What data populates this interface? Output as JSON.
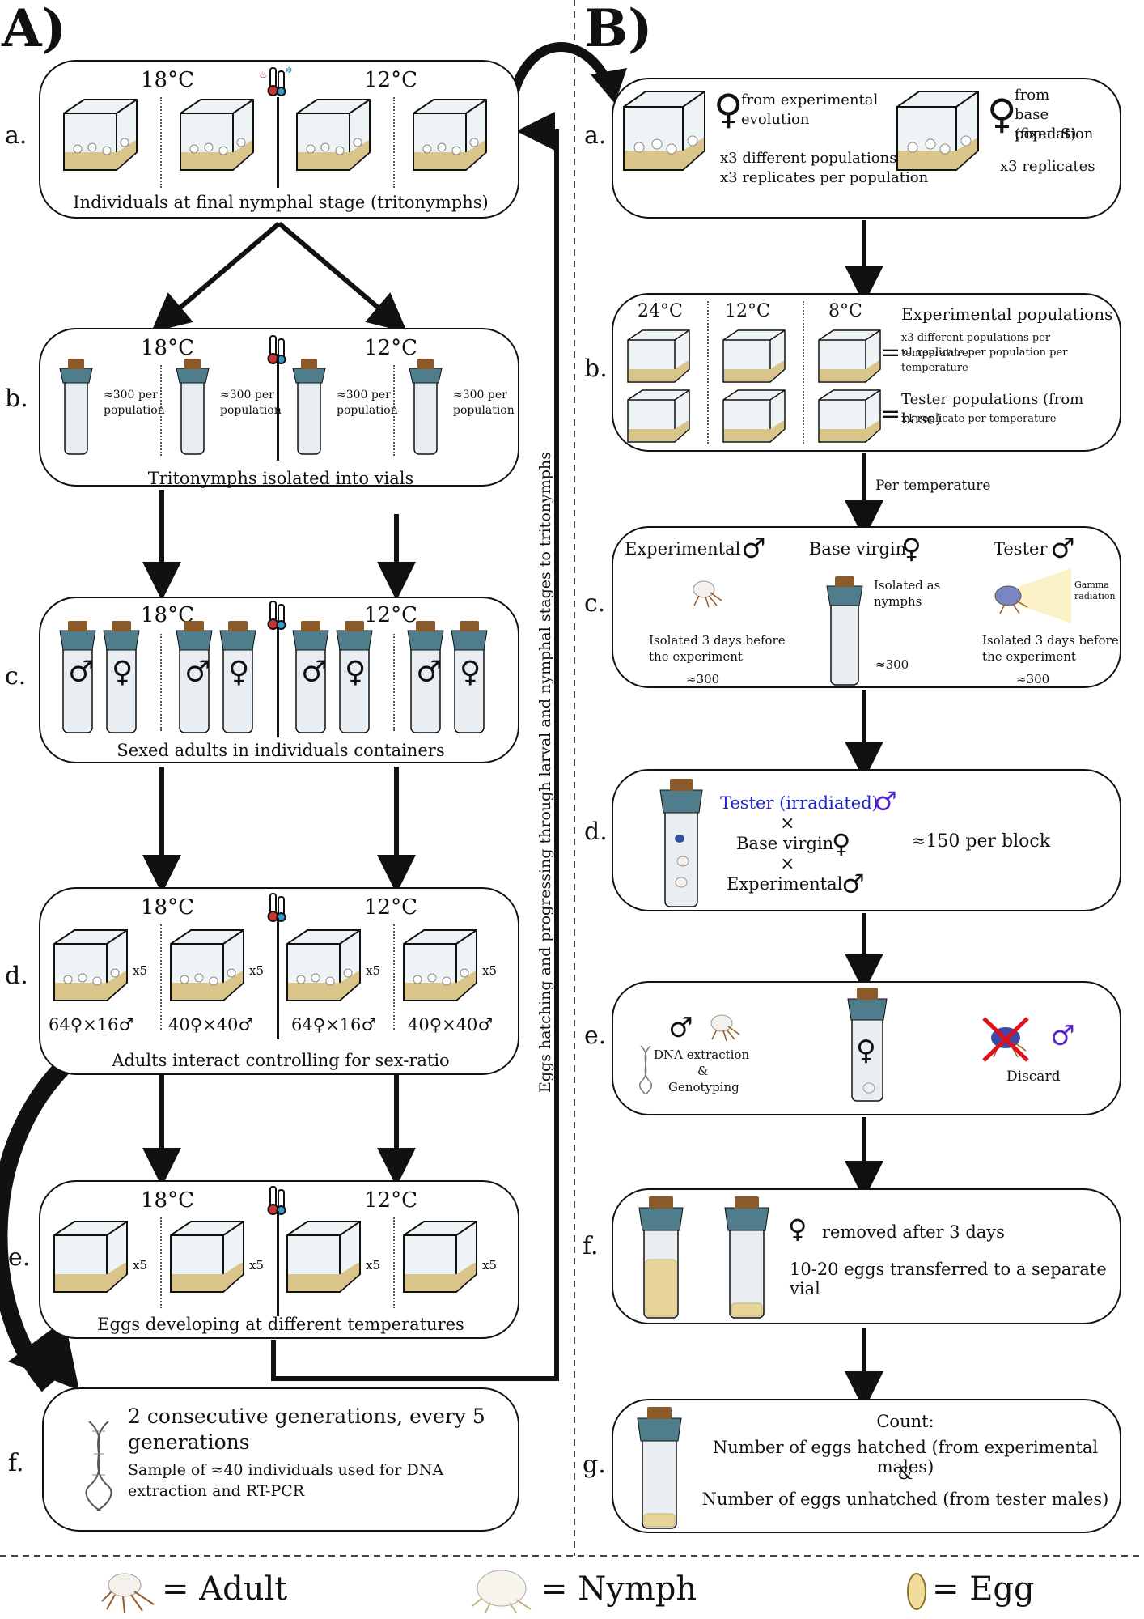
{
  "sections": {
    "A": "A)",
    "B": "B)"
  },
  "temps": {
    "t18": "18°C",
    "t12": "12°C",
    "t24": "24°C",
    "t12b": "12°C",
    "t8": "8°C"
  },
  "A": {
    "a": {
      "letter": "a.",
      "caption": "Individuals at final nymphal stage (tritonymphs)"
    },
    "b": {
      "letter": "b.",
      "caption": "Tritonymphs isolated into vials",
      "count": "≈300 per population"
    },
    "c": {
      "letter": "c.",
      "caption": "Sexed adults in individuals containers",
      "male": "♂",
      "female": "♀"
    },
    "d": {
      "letter": "d.",
      "caption": "Adults interact controlling for sex-ratio",
      "mult": "x5",
      "ratio1": "64♀×16♂",
      "ratio2": "40♀×40♂",
      "ratio3": "64♀×16♂",
      "ratio4": "40♀×40♂"
    },
    "e": {
      "letter": "e.",
      "caption": "Eggs developing at different temperatures",
      "mult": "x5"
    },
    "f": {
      "letter": "f.",
      "line1": "2 consecutive generations, every 5",
      "line2": "generations",
      "line3": "Sample of  ≈40 individuals used for DNA",
      "line4": "extraction and RT-PCR"
    },
    "loop": "Eggs hatching and progressing through larval and nymphal stages to tritonymphs"
  },
  "B": {
    "a": {
      "letter": "a.",
      "left_sym": "♀",
      "left_line1": "from experimental",
      "left_line2": "evolution",
      "left_line3": "x3 different populations,",
      "left_line4": "x3 replicates per population",
      "right_sym": "♀",
      "right_line1": "from",
      "right_line2": "base population",
      "right_line3": "(fixed S)",
      "right_line4": "x3 replicates"
    },
    "b": {
      "letter": "b.",
      "eq": "=",
      "exp_title": "Experimental populations",
      "exp_line1": "x3 different populations per temperature",
      "exp_line2": "x1 replicate per population per temperature",
      "tester_title": "Tester populations (from base)",
      "tester_line1": "x1 replicate per temperature"
    },
    "per_temp": "Per temperature",
    "c": {
      "letter": "c.",
      "exp_title": "Experimental",
      "exp_sym": "♂",
      "exp_line1": "Isolated 3 days before",
      "exp_line2": "the experiment",
      "exp_count": "≈300",
      "base_title": "Base virgin",
      "base_sym": "♀",
      "base_line1": "Isolated as",
      "base_line2": "nymphs",
      "base_count": "≈300",
      "tester_title": "Tester",
      "tester_sym": "♂",
      "gamma1": "Gamma",
      "gamma2": "radiation",
      "tester_line1": "Isolated 3 days before",
      "tester_line2": "the experiment",
      "tester_count": "≈300"
    },
    "d": {
      "letter": "d.",
      "tester": "Tester (irradiated)",
      "tester_sym": "♂",
      "x": "×",
      "base": "Base virgin",
      "base_sym": "♀",
      "exp": "Experimental",
      "exp_sym": "♂",
      "block": "≈150 per block"
    },
    "e": {
      "letter": "e.",
      "male": "♂",
      "dna1": "DNA extraction",
      "dna2": "&",
      "dna3": "Genotyping",
      "female": "♀",
      "discard_sym": "♂",
      "discard": "Discard"
    },
    "f": {
      "letter": "f.",
      "sym": "♀",
      "line1": "removed after 3 days",
      "line2": "10-20 eggs transferred to a separate vial"
    },
    "g": {
      "letter": "g.",
      "line1": "Count:",
      "line2": "Number of eggs hatched (from experimental males)",
      "line3": "&",
      "line4": "Number of eggs unhatched (from tester males)"
    }
  },
  "legend": {
    "adult": "= Adult",
    "nymph": "= Nymph",
    "egg": "= Egg"
  },
  "colors": {
    "vial_cap": "#4f7d8c",
    "cork": "#8a5a2b",
    "substrate": "#d9c58a",
    "arrow_navy": "#13204a",
    "tester_blue": "#2222cc",
    "male_purple": "#5522cc",
    "discard_red": "#e0101a"
  }
}
